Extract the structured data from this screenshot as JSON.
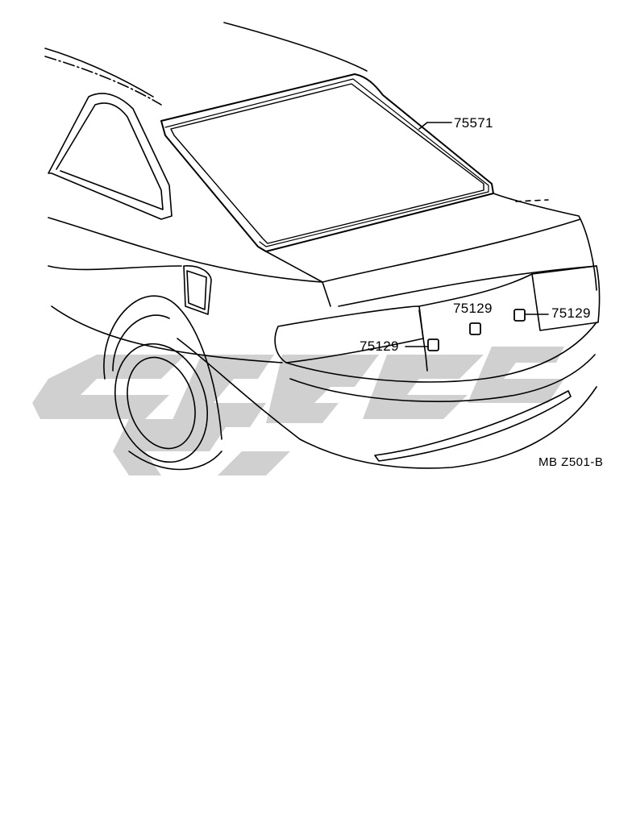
{
  "diagram": {
    "callouts": {
      "rear_window_molding": "75571",
      "clip_left": "75129",
      "clip_center": "75129",
      "clip_right": "75129"
    },
    "figure_code": "MB  Z501-B",
    "watermark": "logo"
  }
}
